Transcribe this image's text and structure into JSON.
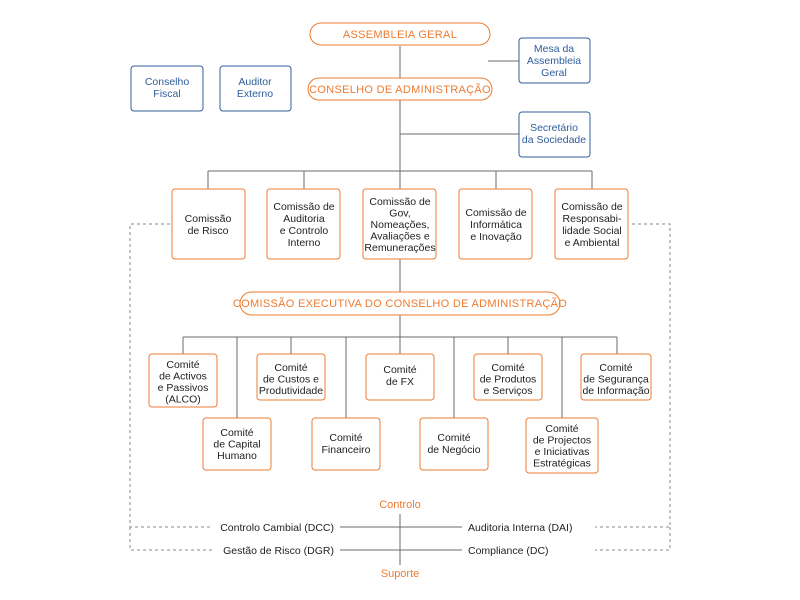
{
  "assembly": "ASSEMBLEIA GERAL",
  "board": "CONSELHO DE ADMINISTRAÇÃO",
  "executive": "COMISSÃO EXECUTIVA DO CONSELHO DE ADMINISTRAÇÃO",
  "mesa": [
    "Mesa da",
    "Assembleia",
    "Geral"
  ],
  "conselho_fiscal": [
    "Conselho",
    "Fiscal"
  ],
  "auditor_externo": [
    "Auditor",
    "Externo"
  ],
  "secretario": [
    "Secretário",
    "da Sociedade"
  ],
  "commissions": [
    [
      "Comissão",
      "de Risco"
    ],
    [
      "Comissão de",
      "Auditoria",
      "e Controlo",
      "Interno"
    ],
    [
      "Comissão de",
      "Gov,",
      "Nomeações,",
      "Avaliações e",
      "Remunerações"
    ],
    [
      "Comissão de",
      "Informática",
      "e Inovação"
    ],
    [
      "Comissão de",
      "Responsabi-",
      "lidade Social",
      "e Ambiental"
    ]
  ],
  "committees_top": [
    [
      "Comité",
      "de Activos",
      "e Passivos",
      "(ALCO)"
    ],
    [
      "Comité",
      "de Custos e",
      "Produtividade"
    ],
    [
      "Comité",
      "de FX"
    ],
    [
      "Comité",
      "de Produtos",
      "e Serviços"
    ],
    [
      "Comité",
      "de Segurança",
      "de Informação"
    ]
  ],
  "committees_bottom": [
    [
      "Comité",
      "de Capital",
      "Humano"
    ],
    [
      "Comité",
      "Financeiro"
    ],
    [
      "Comité",
      "de Negócio"
    ],
    [
      "Comité",
      "de Projectos",
      "e Iniciativas",
      "Estratégicas"
    ]
  ],
  "controlo": "Controlo",
  "suporte": "Suporte",
  "left_items": [
    "Controlo Cambial (DCC)",
    "Gestão de Risco (DGR)"
  ],
  "right_items": [
    "Auditoria Interna (DAI)",
    "Compliance (DC)"
  ]
}
